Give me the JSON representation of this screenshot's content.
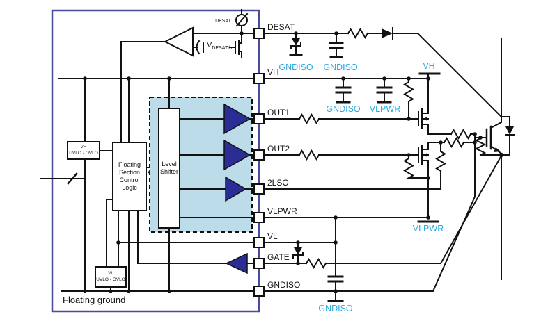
{
  "colors": {
    "ic_border": "#4a4aa0",
    "accent_cyan": "#29a8e0",
    "region_fill": "#bddce9",
    "gate_fill": "#2b2d96",
    "wire": "#121212"
  },
  "ic": {
    "pins": [
      "DESAT",
      "VH",
      "OUT1",
      "OUT2",
      "2LSO",
      "VLPWR",
      "VL",
      "GATE",
      "GNDISO"
    ],
    "blocks": {
      "level_shifter": {
        "line1": "Level",
        "line2": "Shifter"
      },
      "floating_logic": {
        "line1": "Floating",
        "line2": "Section",
        "line3": "Control",
        "line4": "Logic"
      },
      "vh_uvlo": {
        "line1": "VH",
        "line2": "UVLO - OVLO"
      },
      "vl_uvlo": {
        "line1": "VL",
        "line2": "UVLO - OVLO"
      }
    },
    "internal_labels": {
      "idesat": {
        "main": "I",
        "sub": "DESAT"
      },
      "vdesat": {
        "main": "V",
        "sub": "DESATth"
      }
    },
    "floating_ground": "Floating ground"
  },
  "external": {
    "net_labels": {
      "gndiso": "GNDISO",
      "vlpwr": "VLPWR",
      "vh": "VH"
    }
  }
}
